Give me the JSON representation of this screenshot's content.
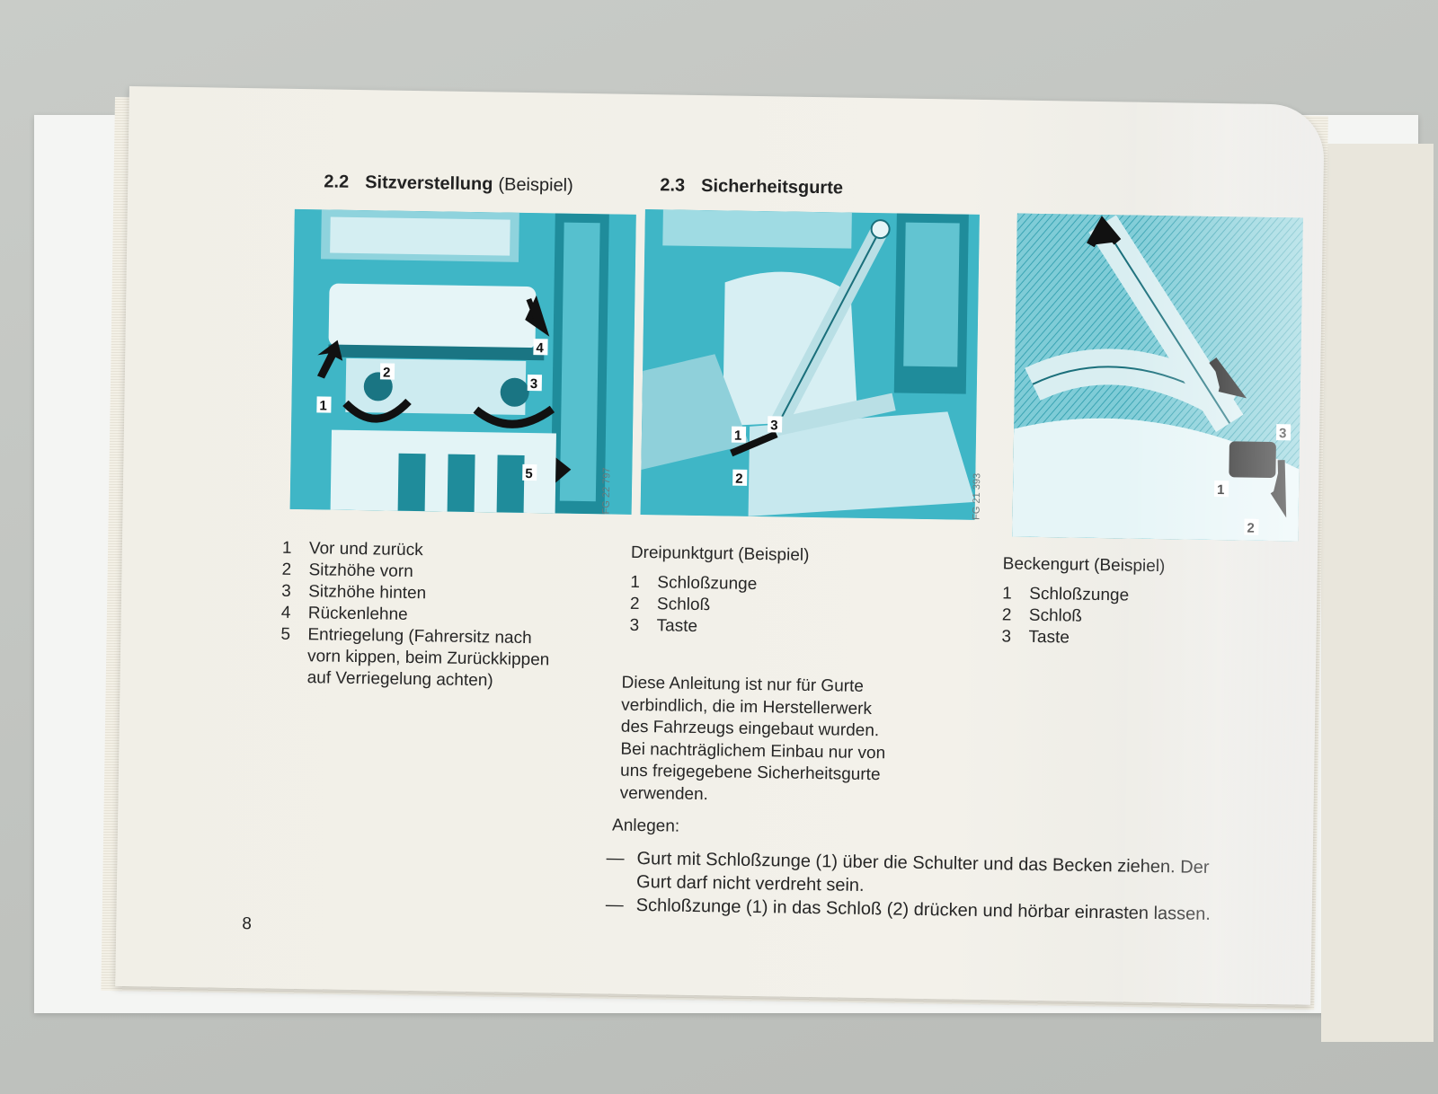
{
  "section_seat": {
    "number": "2.2",
    "title": "Sitzverstellung",
    "suffix": "(Beispiel)",
    "figure_code": "FG 22 797",
    "items": [
      {
        "n": "1",
        "text": "Vor und zurück"
      },
      {
        "n": "2",
        "text": "Sitzhöhe vorn"
      },
      {
        "n": "3",
        "text": "Sitzhöhe hinten"
      },
      {
        "n": "4",
        "text": "Rückenlehne"
      },
      {
        "n": "5",
        "text": "Entriegelung (Fahrersitz nach\nvorn kippen, beim Zurückkippen\nauf Verriegelung achten)"
      }
    ]
  },
  "section_belts": {
    "number": "2.3",
    "title": "Sicherheitsgurte",
    "figure_code": "FG 21 393",
    "three_point": {
      "caption": "Dreipunktgurt (Beispiel)",
      "items": [
        {
          "n": "1",
          "text": "Schloßzunge"
        },
        {
          "n": "2",
          "text": "Schloß"
        },
        {
          "n": "3",
          "text": "Taste"
        }
      ]
    },
    "lap_belt": {
      "caption": "Beckengurt (Beispiel)",
      "items": [
        {
          "n": "1",
          "text": "Schloßzunge"
        },
        {
          "n": "2",
          "text": "Schloß"
        },
        {
          "n": "3",
          "text": "Taste"
        }
      ]
    },
    "notice_lines": [
      "Diese Anleitung ist nur für Gurte",
      "verbindlich, die im Herstellerwerk",
      "des Fahrzeugs eingebaut wurden.",
      "Bei nachträglichem Einbau nur von",
      "uns freigegebene Sicherheitsgurte",
      "verwenden."
    ],
    "fastening_label": "Anlegen:",
    "steps": [
      {
        "dash": "—",
        "lines": [
          "Gurt mit Schloßzunge (1) über die Schulter und das Becken ziehen. Der",
          "Gurt darf nicht verdreht sein."
        ]
      },
      {
        "dash": "—",
        "lines": [
          "Schloßzunge (1) in das Schloß (2) drücken und hörbar einrasten lassen."
        ]
      }
    ]
  },
  "figure_labels": {
    "seat": [
      "1",
      "2",
      "3",
      "4",
      "5"
    ],
    "three_point": [
      "1",
      "2",
      "3"
    ],
    "lap": [
      "1",
      "2",
      "3"
    ]
  },
  "page_number": "8",
  "colors": {
    "figure_cyan": "#3fb6c6",
    "figure_dark": "#15707d",
    "figure_light": "#bfe6ec",
    "text": "#262626"
  }
}
